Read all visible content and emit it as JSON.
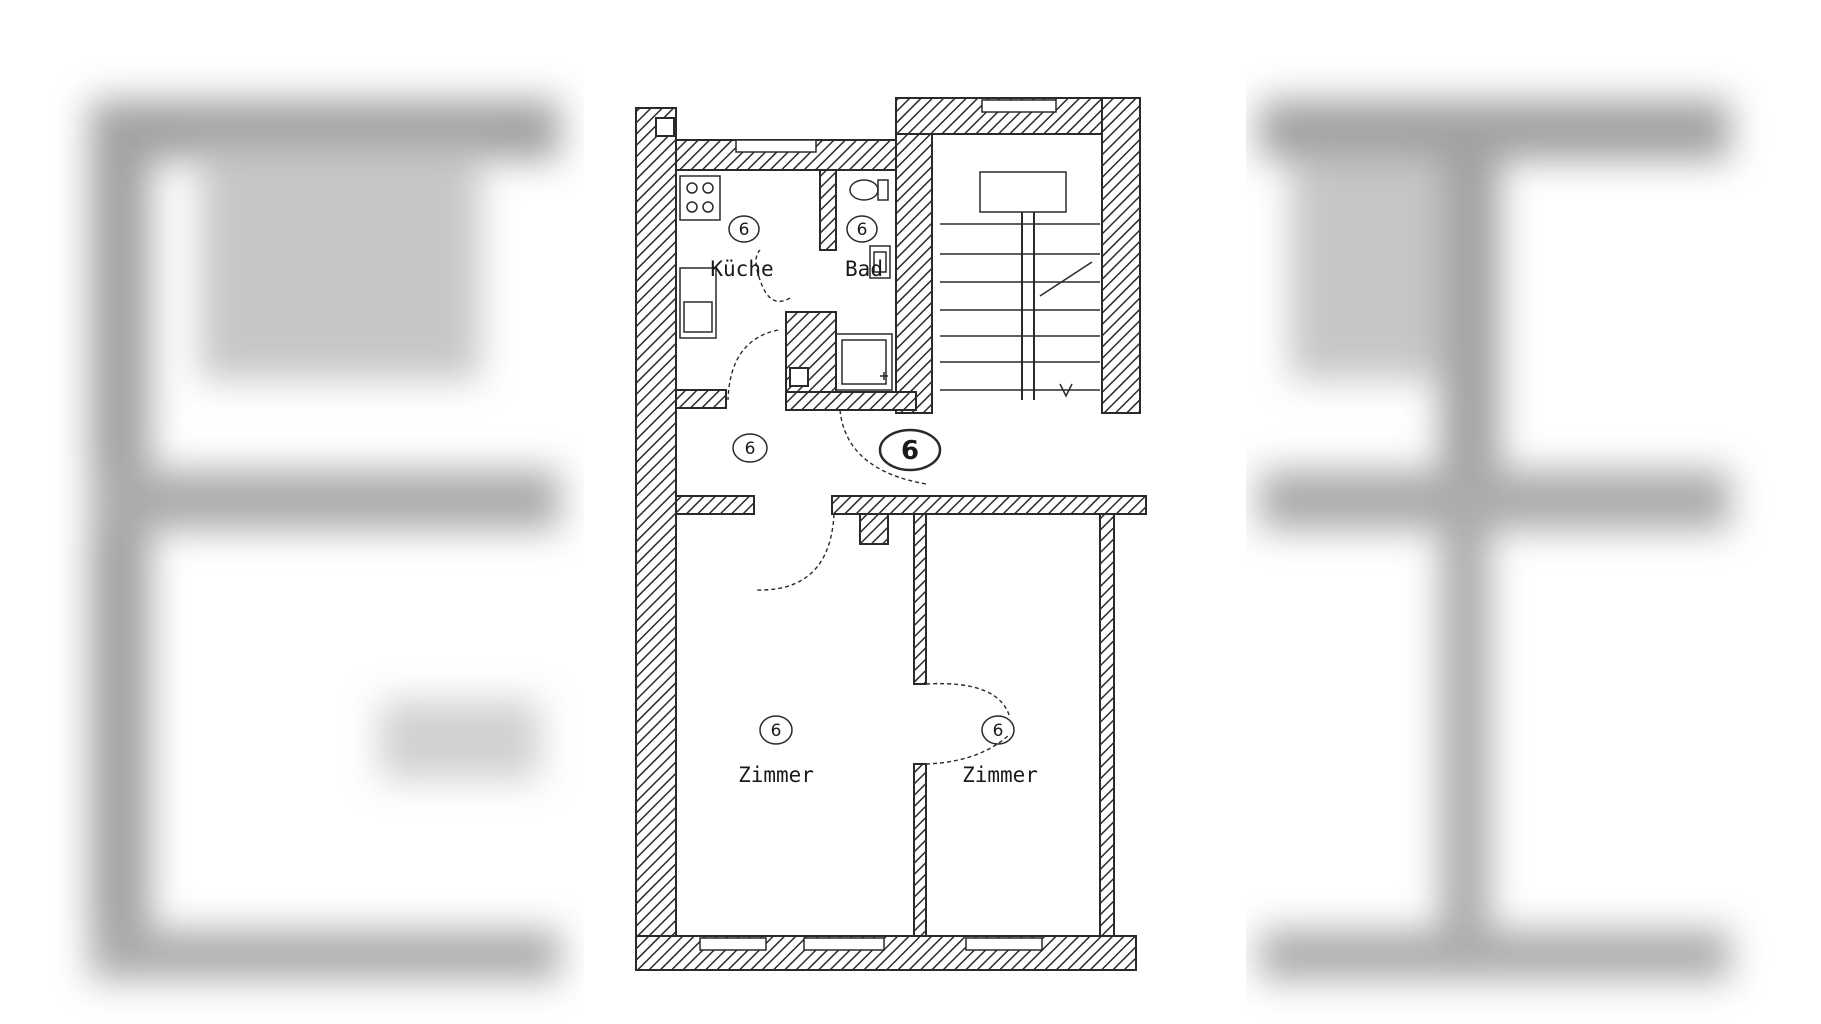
{
  "plan": {
    "rooms": {
      "kitchen": {
        "label": "Küche",
        "number": "6"
      },
      "bath": {
        "label": "Bad",
        "number": "6"
      },
      "hall": {
        "number": "6"
      },
      "stairwell": {
        "number": "6"
      },
      "room_left": {
        "label": "Zimmer",
        "number": "6"
      },
      "room_right": {
        "label": "Zimmer",
        "number": "6"
      }
    }
  },
  "colors": {
    "ink": "#2a2a2a",
    "blurred_background": "#d9d9d9",
    "paper": "#ffffff"
  }
}
